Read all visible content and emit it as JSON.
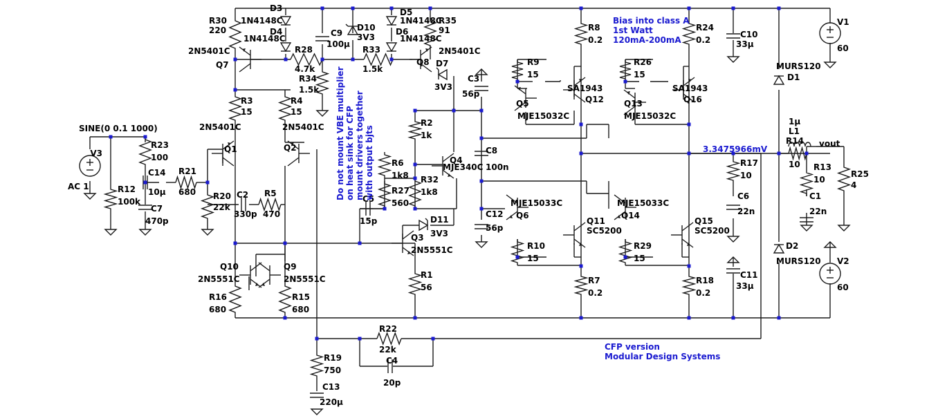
{
  "schematic": {
    "notes": {
      "bias": [
        "Bias into class A",
        "1st Watt",
        "120mA-200mA"
      ],
      "vbe": [
        "Do not mount VBE multiplier",
        "on heat sink for CFP",
        "mount drivers together",
        "with output bjts"
      ],
      "version": [
        "CFP version",
        "Modular Design Systems"
      ],
      "probe_voltage": "3.3475966mV"
    },
    "source": {
      "name": "V3",
      "value": "SINE(0 0.1 1000)",
      "ac": "AC 1"
    },
    "net_labels": {
      "vout": "vout"
    },
    "resistors": [
      {
        "name": "R30",
        "value": "220"
      },
      {
        "name": "R35",
        "value": "91"
      },
      {
        "name": "R28",
        "value": "4.7k"
      },
      {
        "name": "R34",
        "value": "1.5k"
      },
      {
        "name": "R33",
        "value": "1.5k"
      },
      {
        "name": "R3",
        "value": "15"
      },
      {
        "name": "R4",
        "value": "15"
      },
      {
        "name": "R23",
        "value": "100"
      },
      {
        "name": "R12",
        "value": "100k"
      },
      {
        "name": "R21",
        "value": "680"
      },
      {
        "name": "R20",
        "value": "22k"
      },
      {
        "name": "R5",
        "value": "470"
      },
      {
        "name": "R16",
        "value": "680"
      },
      {
        "name": "R15",
        "value": "680"
      },
      {
        "name": "R19",
        "value": "750"
      },
      {
        "name": "R22",
        "value": "22k"
      },
      {
        "name": "R2",
        "value": "1k"
      },
      {
        "name": "R6",
        "value": "1k8"
      },
      {
        "name": "R32",
        "value": "1k8"
      },
      {
        "name": "R27",
        "value": "560"
      },
      {
        "name": "R1",
        "value": "56"
      },
      {
        "name": "R8",
        "value": "0.2"
      },
      {
        "name": "R9",
        "value": "15"
      },
      {
        "name": "R24",
        "value": "0.2"
      },
      {
        "name": "R26",
        "value": "15"
      },
      {
        "name": "R10",
        "value": "15"
      },
      {
        "name": "R7",
        "value": "0.2"
      },
      {
        "name": "R29",
        "value": "15"
      },
      {
        "name": "R18",
        "value": "0.2"
      },
      {
        "name": "R17",
        "value": "10"
      },
      {
        "name": "R14",
        "value": "10"
      },
      {
        "name": "R13",
        "value": "10"
      },
      {
        "name": "R25",
        "value": "4"
      }
    ],
    "capacitors": [
      {
        "name": "C9",
        "value": "100µ"
      },
      {
        "name": "C14",
        "value": "10µ"
      },
      {
        "name": "C7",
        "value": "470p"
      },
      {
        "name": "C2",
        "value": "330p"
      },
      {
        "name": "C5",
        "value": "15p"
      },
      {
        "name": "C3",
        "value": "56p"
      },
      {
        "name": "C8",
        "value": "100n"
      },
      {
        "name": "C12",
        "value": "56p"
      },
      {
        "name": "C4",
        "value": "20p"
      },
      {
        "name": "C13",
        "value": "220µ"
      },
      {
        "name": "C10",
        "value": "33µ"
      },
      {
        "name": "C11",
        "value": "33µ"
      },
      {
        "name": "C6",
        "value": "22n"
      },
      {
        "name": "C1",
        "value": "22n"
      }
    ],
    "diodes": [
      {
        "name": "D3",
        "value": "1N4148C"
      },
      {
        "name": "D4",
        "value": "1N4148C"
      },
      {
        "name": "D10",
        "value": "3V3"
      },
      {
        "name": "D5",
        "value": "1N4148C"
      },
      {
        "name": "D6",
        "value": "1N4148C"
      },
      {
        "name": "D7",
        "value": "3V3"
      },
      {
        "name": "D11",
        "value": "3V3"
      },
      {
        "name": "D1",
        "value": "MURS120"
      },
      {
        "name": "D2",
        "value": "MURS120"
      }
    ],
    "transistors": [
      {
        "name": "Q7",
        "value": "2N5401C"
      },
      {
        "name": "Q8",
        "value": "2N5401C"
      },
      {
        "name": "Q1",
        "value": "2N5401C"
      },
      {
        "name": "Q2",
        "value": "2N5401C"
      },
      {
        "name": "Q10",
        "value": "2N5551C"
      },
      {
        "name": "Q9",
        "value": "2N5551C"
      },
      {
        "name": "Q3",
        "value": "2N5551C"
      },
      {
        "name": "Q4",
        "value": "MJE340C"
      },
      {
        "name": "Q5",
        "value": "MJE15032C"
      },
      {
        "name": "Q12",
        "value": "SA1943"
      },
      {
        "name": "Q13",
        "value": "MJE15032C"
      },
      {
        "name": "Q16",
        "value": "SA1943"
      },
      {
        "name": "Q6",
        "value": "MJE15033C"
      },
      {
        "name": "Q11",
        "value": "SC5200"
      },
      {
        "name": "Q14",
        "value": "MJE15033C"
      },
      {
        "name": "Q15",
        "value": "SC5200"
      }
    ],
    "inductors": [
      {
        "name": "L1",
        "value": "1µ"
      }
    ],
    "supplies": [
      {
        "name": "V1",
        "value": "60"
      },
      {
        "name": "V2",
        "value": "60"
      }
    ]
  }
}
